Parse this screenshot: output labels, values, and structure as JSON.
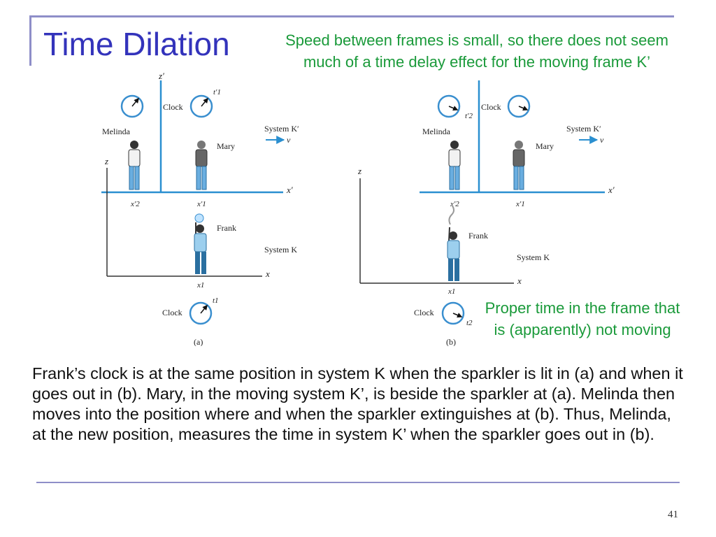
{
  "slide": {
    "title": "Time Dilation",
    "note_top": "Speed between frames is small, so there does not seem much of a time delay effect for the moving frame K’",
    "note_proper": "Proper time in the frame that is (apparently) not moving",
    "body": "Frank’s clock is at the same position in system K when the sparkler is lit in (a) and when it goes out in (b). Mary, in the moving system K’, is beside the sparkler at (a). Melinda then moves into the position where and when the sparkler extinguishes at (b). Thus, Melinda, at the new position, measures the time in system K’ when the sparkler goes out in (b).",
    "page_number": "41"
  },
  "colors": {
    "title": "#3333bb",
    "note": "#1a9a3a",
    "rule": "#8e8ec8",
    "axis_blue": "#2a8fd0",
    "figure_blue": "#3a8fcf"
  },
  "figure": {
    "panel_a": {
      "z_prime": "z′",
      "z": "z",
      "x_prime": "x′",
      "x": "x",
      "clock_top": "Clock",
      "clock_bottom": "Clock",
      "t1_prime": "t′1",
      "t1": "t1",
      "melinda": "Melinda",
      "mary": "Mary",
      "frank": "Frank",
      "system_k_prime": "System K′",
      "velocity": "v⃗",
      "system_k": "System K",
      "x2_prime": "x′2",
      "x1_prime": "x′1",
      "x1": "x1",
      "caption": "(a)"
    },
    "panel_b": {
      "z": "z",
      "x_prime": "x′",
      "x": "x",
      "clock_top": "Clock",
      "clock_bottom": "Clock",
      "t2_prime": "t′2",
      "t2": "t2",
      "melinda": "Melinda",
      "mary": "Mary",
      "frank": "Frank",
      "system_k_prime": "System K′",
      "velocity": "v⃗",
      "system_k": "System K",
      "x2_prime": "x′2",
      "x1_prime": "x′1",
      "x1": "x1",
      "caption": "(b)"
    }
  }
}
